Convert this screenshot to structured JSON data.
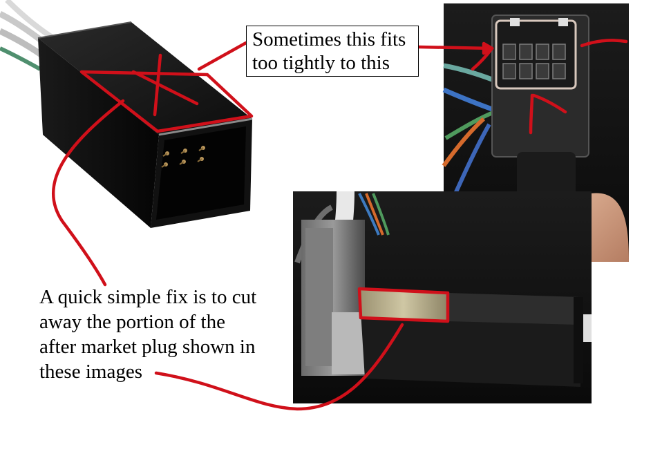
{
  "callouts": {
    "top_line1": "Sometimes this fits",
    "top_line2": "too tightly to this",
    "bottom_line1": "A quick simple fix is to cut",
    "bottom_line2": "away the portion of the",
    "bottom_line3": "after market plug shown in",
    "bottom_line4": "these images"
  },
  "colors": {
    "annotation": "#d0101a",
    "background": "#ffffff",
    "text": "#000000"
  },
  "icons": {
    "photo_left": "aftermarket-plug-photo",
    "photo_right": "factory-socket-photo",
    "photo_bottom": "installed-plug-photo"
  }
}
